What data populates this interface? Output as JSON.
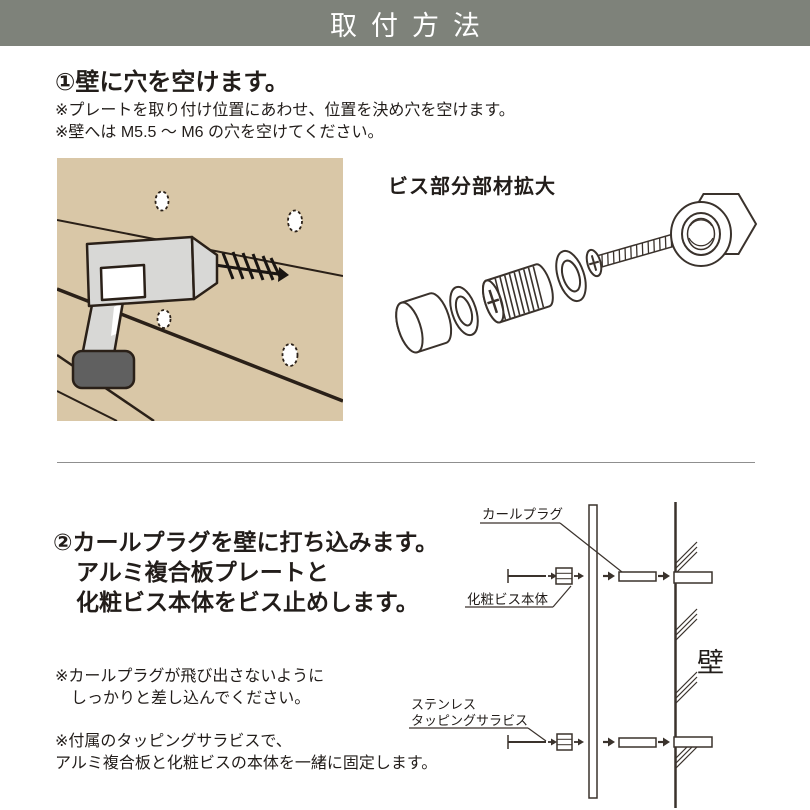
{
  "header": {
    "title": "取付方法"
  },
  "step1": {
    "heading": "①壁に穴を空けます。",
    "note1": "※プレートを取り付け位置にあわせ、位置を決め穴を空けます。",
    "note2": "※壁へは M5.5 ～ M6 の穴を空けてください。",
    "exploded_title": "ビス部分部材拡大"
  },
  "step2": {
    "heading": "②カールプラグを壁に打ち込みます。\n　アルミ複合板プレートと\n　化粧ビス本体をビス止めします。",
    "note1": "※カールプラグが飛び出さないように\n　しっかりと差し込んでください。",
    "note2": "※付属のタッピングサラビスで、\nアルミ複合板と化粧ビスの本体を一緒に固定します。",
    "labels": {
      "curl_plug": "カールプラグ",
      "screw_body": "化粧ビス本体",
      "stainless1": "ステンレス",
      "stainless2": "タッピングサラビス",
      "wall": "壁"
    }
  },
  "colors": {
    "header_bg": "#7e827a",
    "wood_tan": "#d9c7a7",
    "ink": "#221d1a",
    "line_art": "#3a322c",
    "divider_gray": "#8f8f8f",
    "drill_gray": "#d8d8d6",
    "battery_gray": "#606060"
  }
}
